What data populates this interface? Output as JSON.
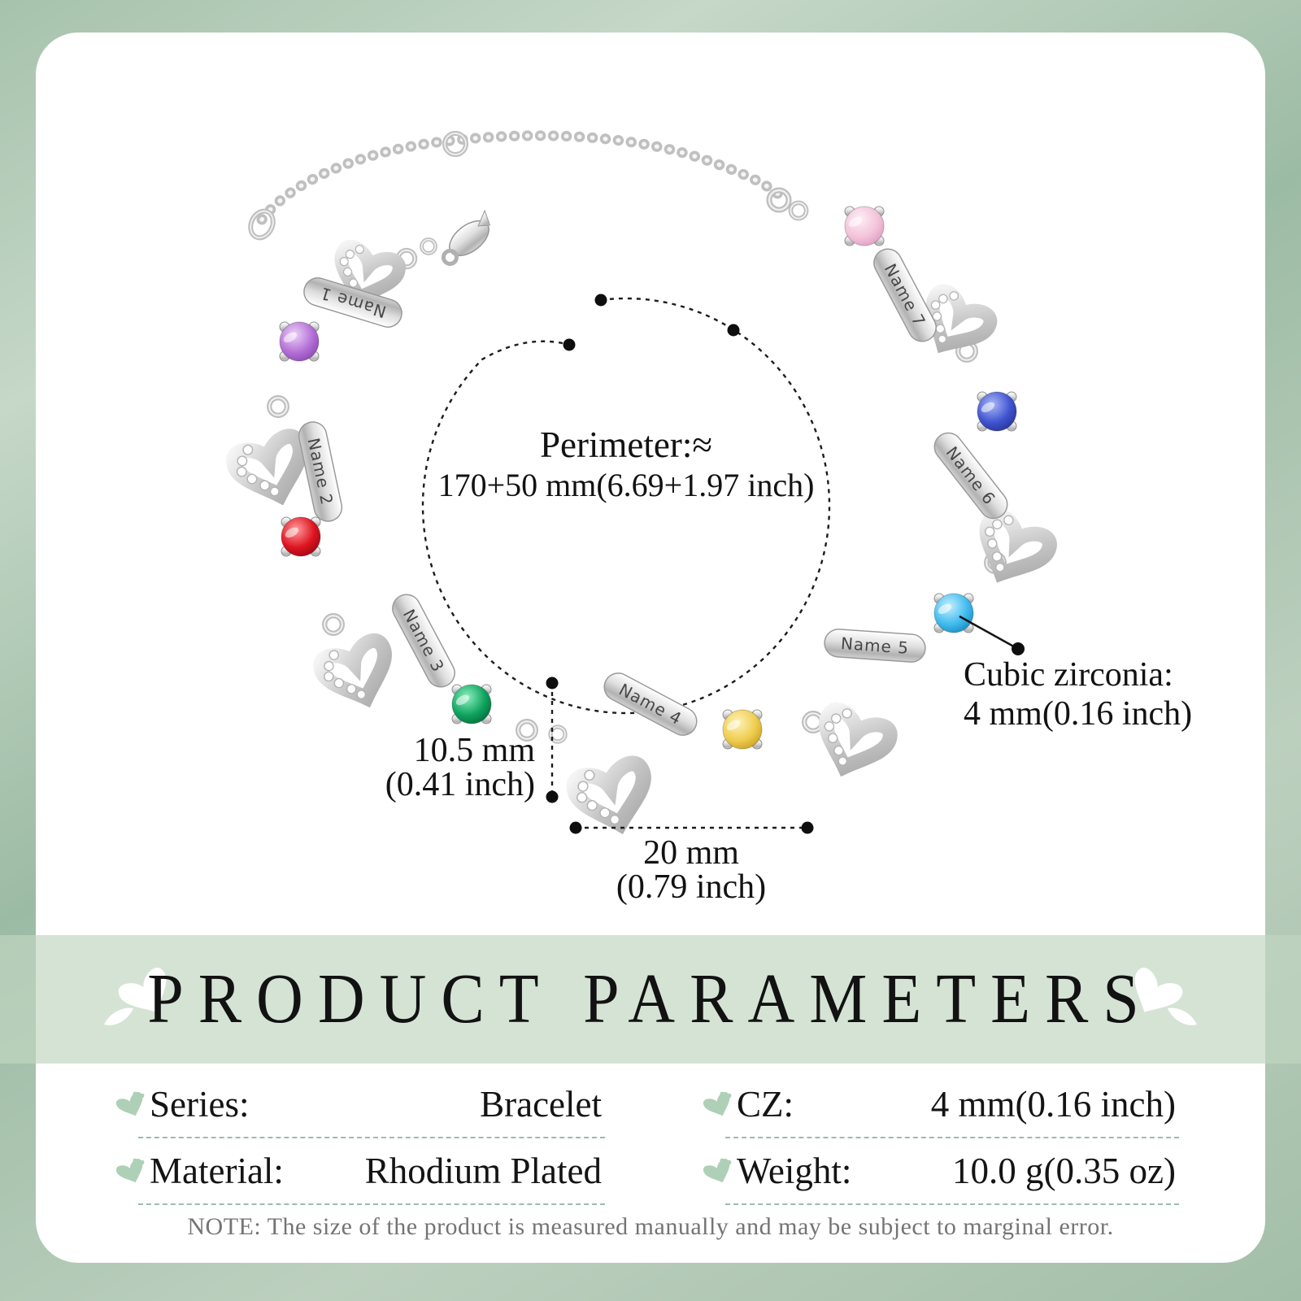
{
  "bracelet": {
    "links": [
      {
        "name": "Name 1",
        "stone": "purple",
        "stone_hex": "#b46fd6"
      },
      {
        "name": "Name 2",
        "stone": "red",
        "stone_hex": "#dd1420"
      },
      {
        "name": "Name 3",
        "stone": "green",
        "stone_hex": "#0fa35e"
      },
      {
        "name": "Name 4",
        "stone": "yellow",
        "stone_hex": "#efcd50"
      },
      {
        "name": "Name 5",
        "stone": "light-blue",
        "stone_hex": "#41bbee"
      },
      {
        "name": "Name 6",
        "stone": "blue",
        "stone_hex": "#4053cf"
      },
      {
        "name": "Name 7",
        "stone": "pink",
        "stone_hex": "#f3c3da"
      }
    ],
    "perimeter": {
      "line1": "Perimeter:≈",
      "line2": "170+50 mm(6.69+1.97 inch)"
    },
    "cz_callout": {
      "line1": "Cubic zirconia:",
      "line2": "4 mm(0.16 inch)"
    },
    "link_height": {
      "line1": "10.5 mm",
      "line2": "(0.41 inch)"
    },
    "link_width": {
      "line1": "20 mm",
      "line2": "(0.79 inch)"
    }
  },
  "parameters": {
    "title": "PRODUCT PARAMETERS",
    "left": [
      {
        "label": "Series:",
        "value": "Bracelet"
      },
      {
        "label": "Material:",
        "value": "Rhodium Plated"
      }
    ],
    "right": [
      {
        "label": "CZ:",
        "value": "4 mm(0.16 inch)"
      },
      {
        "label": "Weight:",
        "value": "10.0 g(0.35 oz)"
      }
    ],
    "note": "NOTE: The size of the product is measured manually and may be subject to marginal error."
  },
  "colors": {
    "background_green": "#a6c2ad",
    "band_green": "#d7e4d7",
    "card": "#ffffff",
    "bullet_heart_green": "#aed0b6",
    "note_text": "#747474",
    "silver": "#c9c9c9"
  }
}
